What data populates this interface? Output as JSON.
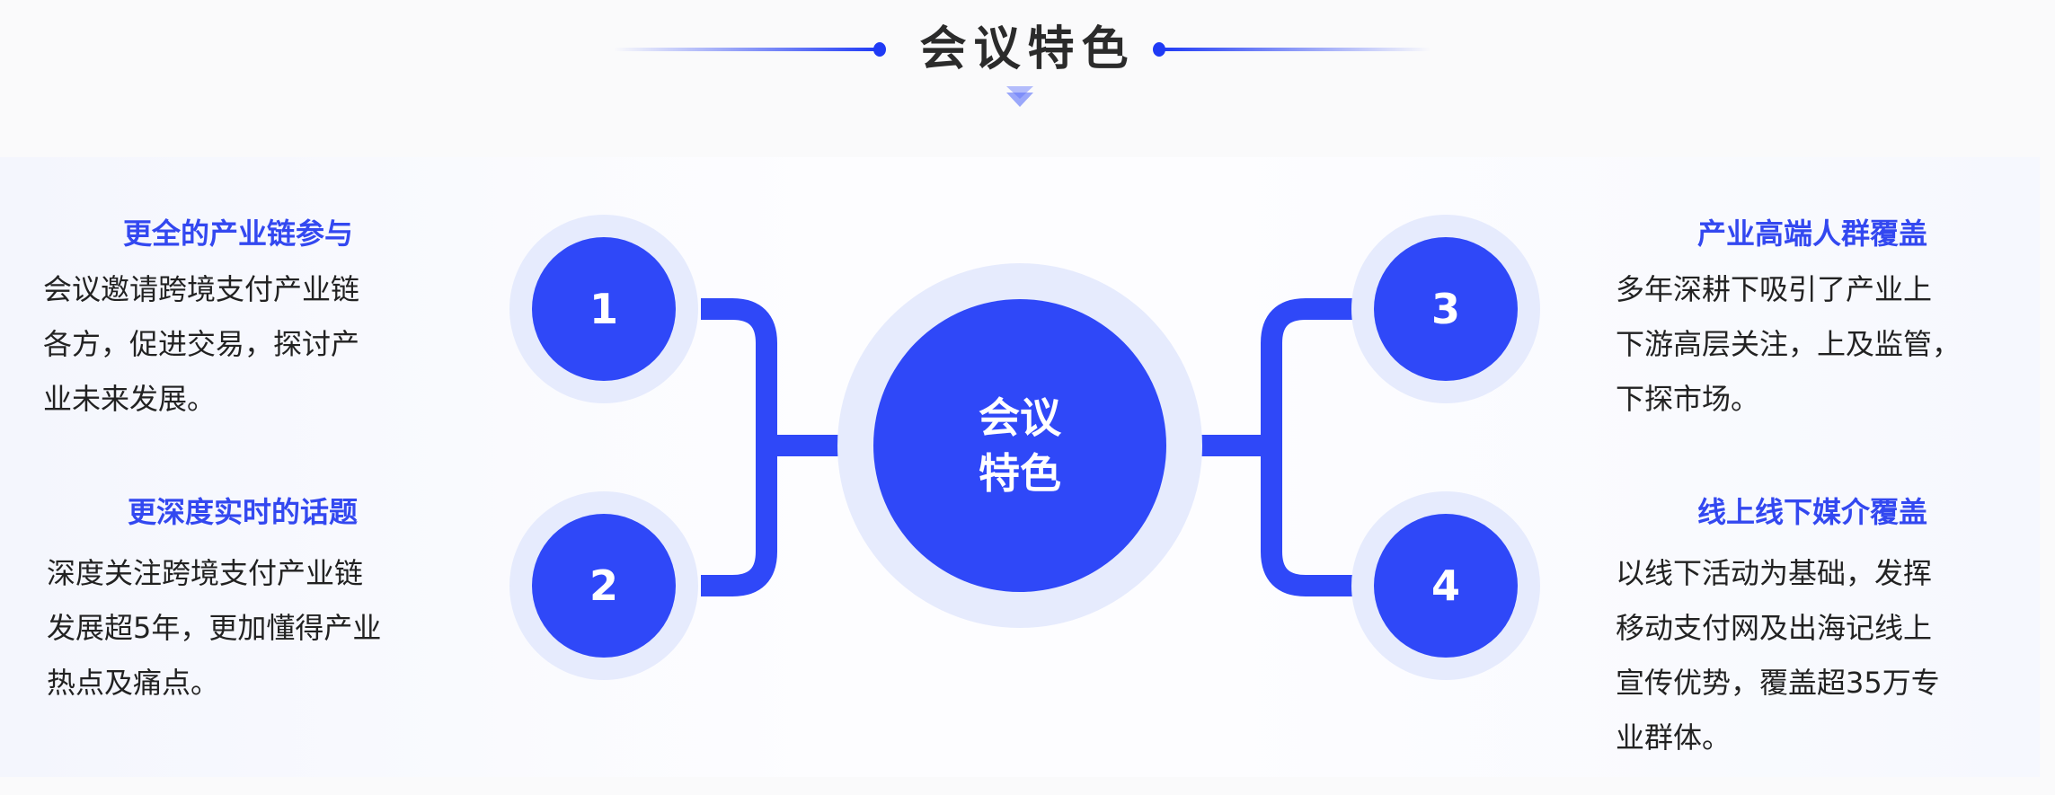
{
  "title": "会议特色",
  "center_label_line1": "会议",
  "center_label_line2": "特色",
  "colors": {
    "accent": "#2f48f8",
    "heading": "#3348f0",
    "ring": "#e6ebfd"
  },
  "features": [
    {
      "number": "1",
      "heading": "更全的产业链参与",
      "lines": [
        "会议邀请跨境支付产业链",
        "各方，促进交易，探讨产",
        "业未来发展。"
      ]
    },
    {
      "number": "2",
      "heading": "更深度实时的话题",
      "lines": [
        "深度关注跨境支付产业链",
        "发展超5年，更加懂得产业",
        "热点及痛点。"
      ]
    },
    {
      "number": "3",
      "heading": "产业高端人群覆盖",
      "lines": [
        "多年深耕下吸引了产业上",
        "下游高层关注，上及监管，",
        "下探市场。"
      ]
    },
    {
      "number": "4",
      "heading": "线上线下媒介覆盖",
      "lines": [
        "以线下活动为基础，发挥",
        "移动支付网及出海记线上",
        "宣传优势，覆盖超35万专",
        "业群体。"
      ]
    }
  ]
}
